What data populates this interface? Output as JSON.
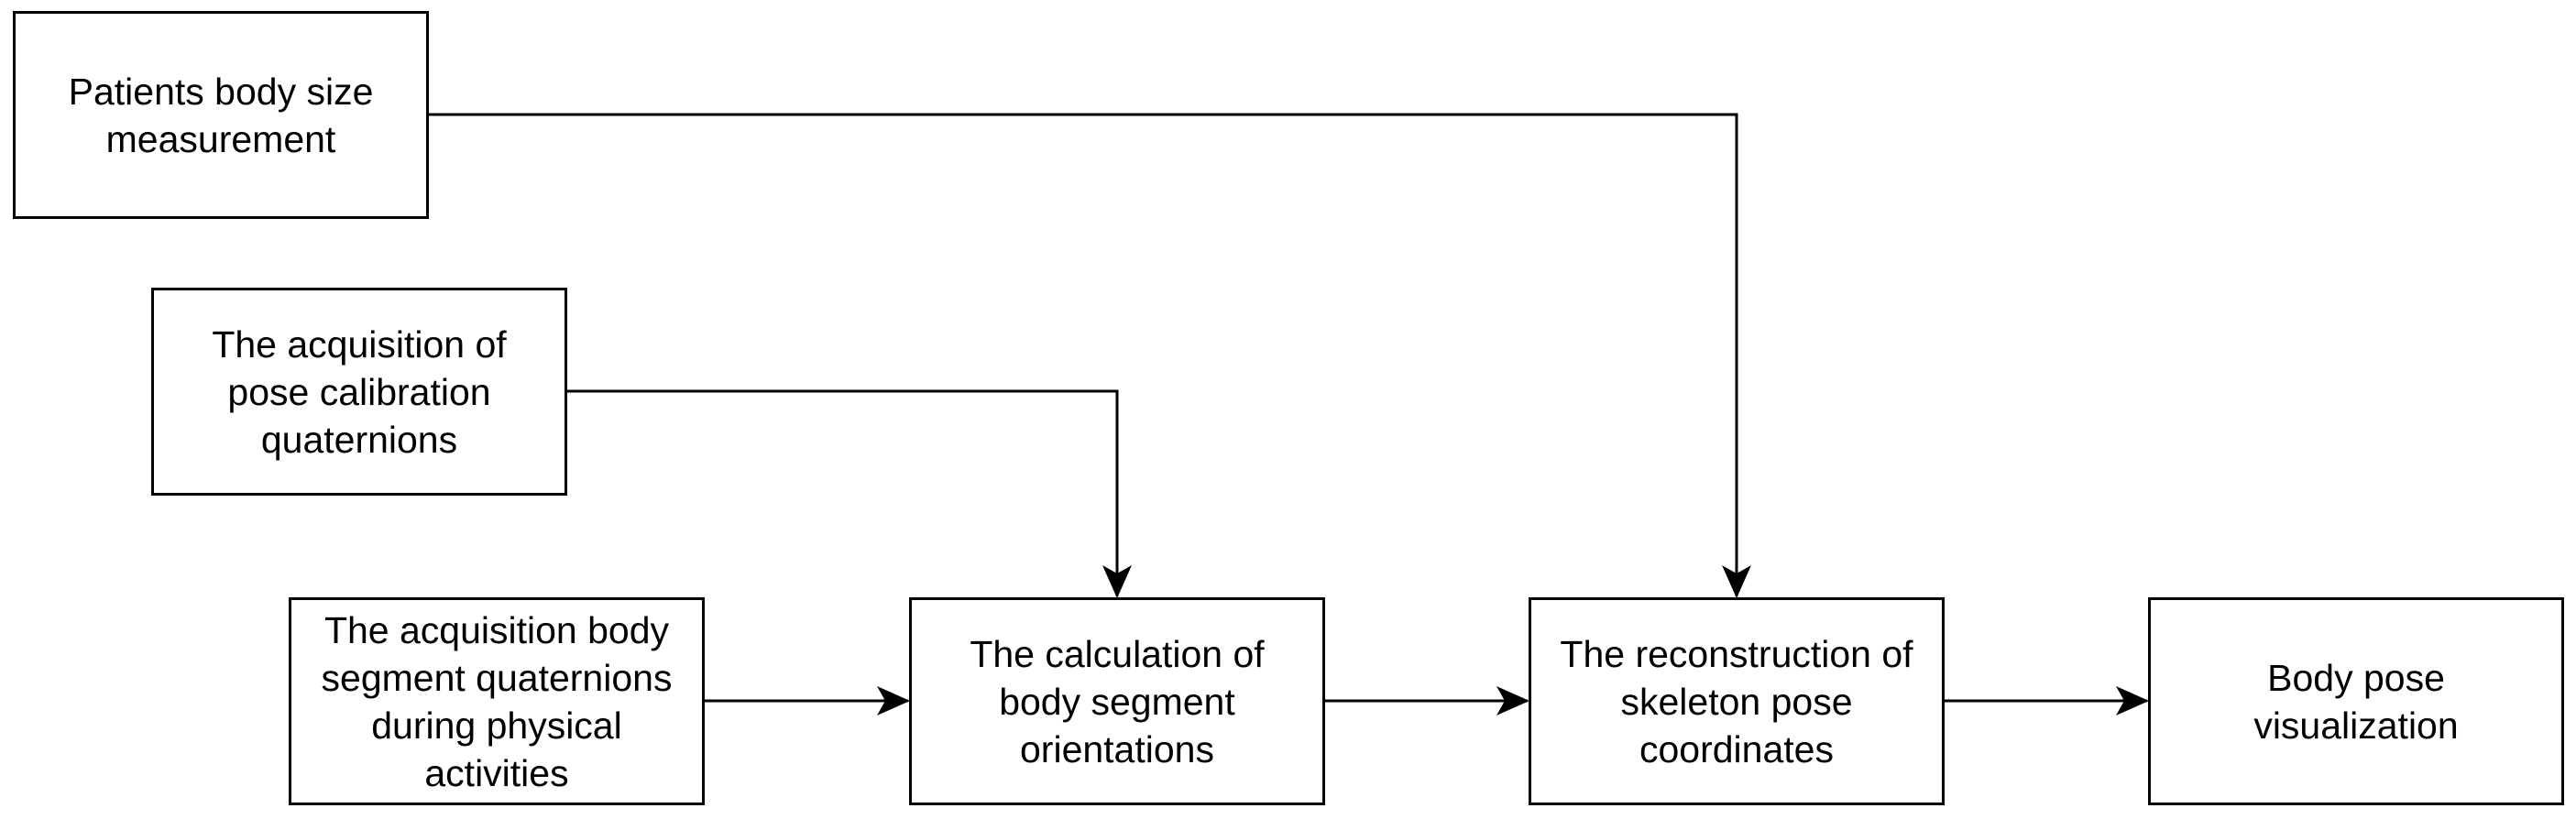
{
  "diagram": {
    "boxes": {
      "body_size": "Patients body size\nmeasurement",
      "pose_calibration": "The acquisition of\npose calibration\nquaternions",
      "acquisition_segment": "The acquisition body\nsegment quaternions\nduring physical\nactivities",
      "calculation": "The calculation of\nbody segment\norientations",
      "reconstruction": "The reconstruction of\nskeleton pose\ncoordinates",
      "visualization": "Body pose\nvisualization"
    }
  }
}
